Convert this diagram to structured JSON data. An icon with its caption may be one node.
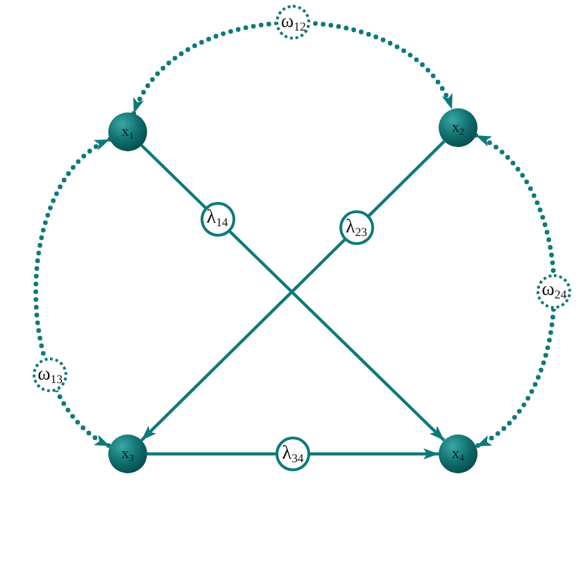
{
  "diagram": {
    "nodes": [
      {
        "text": [
          "x$_{1}$"
        ]
      },
      {
        "text": [
          "x$_{2}$"
        ]
      },
      {
        "text": [
          "x$_{3}$"
        ]
      },
      {
        "text": [
          "x$_{4}$"
        ]
      }
    ],
    "edges": [
      {
        "from": 0,
        "to": 3,
        "arrow": "to",
        "label": "λ$_{14}$"
      },
      {
        "from": 1,
        "to": 2,
        "arrow": "to",
        "label": "λ$_{23}$"
      },
      {
        "from": 2,
        "to": 3,
        "arrow": "to",
        "label": "λ$_{34}$"
      },
      {
        "from": 0,
        "to": 1,
        "arrow": "both",
        "label": "ω$_{12}$",
        "style": "dashed"
      },
      {
        "from": 0,
        "to": 2,
        "arrow": "both",
        "label": "ω$_{13}$",
        "style": "dashed"
      },
      {
        "from": 1,
        "to": 3,
        "arrow": "both",
        "label": "ω$_{24}$",
        "style": "dashed"
      }
    ]
  }
}
